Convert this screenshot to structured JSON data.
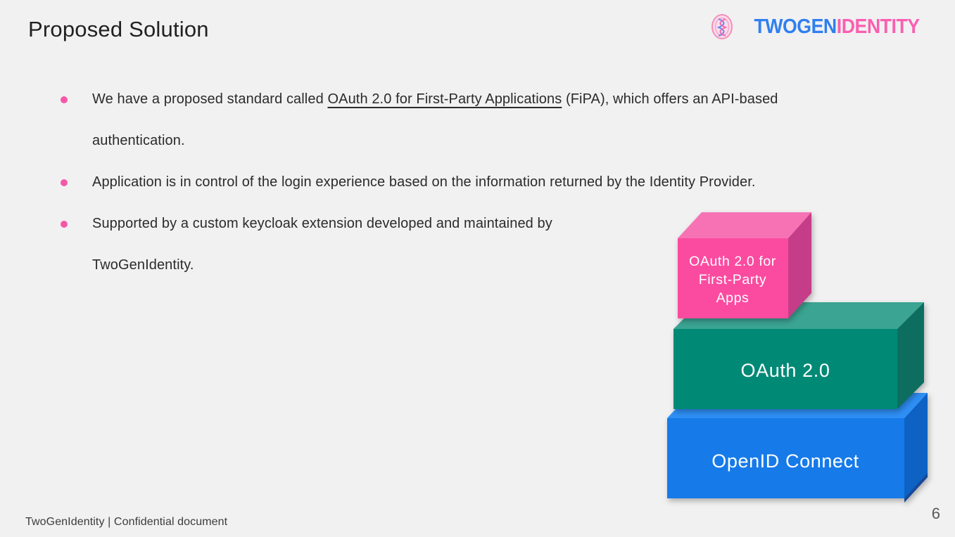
{
  "slide": {
    "title": "Proposed Solution",
    "footer": "TwoGenIdentity | Confidential document",
    "page_number": "6",
    "colors": {
      "background": "#f1f1f2",
      "bullet_dot": "#f558a8",
      "body_text": "#2b2b2b"
    }
  },
  "logo": {
    "icon": "fingerprint-dna-icon",
    "text_blue": "TWOGEN",
    "text_pink": "IDENTITY",
    "blue": "#2f7ff0",
    "pink": "#fb5fb0"
  },
  "bullets": [
    {
      "segments": [
        {
          "text": "We have a proposed standard called ",
          "underline": false
        },
        {
          "text": "OAuth 2.0 for First-Party Applications",
          "underline": true
        },
        {
          "text": " (FiPA), which offers an API-based authentication.",
          "underline": false
        }
      ]
    },
    {
      "segments": [
        {
          "text": "Application is in control of the login experience based on the information returned by the Identity Provider.",
          "underline": false
        }
      ]
    },
    {
      "segments": [
        {
          "text": "Supported by a custom keycloak extension developed and maintained by TwoGenIdentity.",
          "underline": false
        }
      ]
    }
  ],
  "diagram": {
    "label_color": "#ffffff",
    "blocks": [
      {
        "label": "OAuth 2.0 for First-Party Apps",
        "label_lines": [
          "OAuth 2.0 for",
          "First-Party",
          "Apps"
        ],
        "front": "#fb4ba0",
        "top": "#f772b4",
        "side": "#c53e88"
      },
      {
        "label": "OAuth 2.0",
        "label_lines": [
          "OAuth 2.0"
        ],
        "front": "#048a76",
        "top": "#3aa492",
        "side": "#086e60"
      },
      {
        "label": "OpenID Connect",
        "label_lines": [
          "OpenID Connect"
        ],
        "front": "#127ae9",
        "top": "#2e8ff5",
        "side": "#0d62c4",
        "bottom_shadow": "#174a99"
      }
    ]
  }
}
